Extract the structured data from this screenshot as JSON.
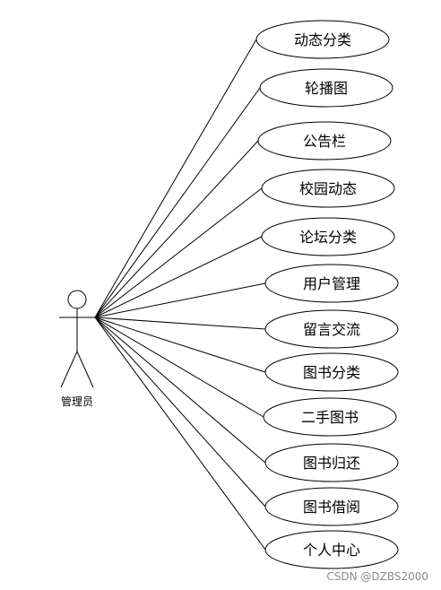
{
  "actor": {
    "label": "管理员"
  },
  "use_cases": [
    {
      "label": "动态分类"
    },
    {
      "label": "轮播图"
    },
    {
      "label": "公告栏"
    },
    {
      "label": "校园动态"
    },
    {
      "label": "论坛分类"
    },
    {
      "label": "用户管理"
    },
    {
      "label": "留言交流"
    },
    {
      "label": "图书分类"
    },
    {
      "label": "二手图书"
    },
    {
      "label": "图书归还"
    },
    {
      "label": "图书借阅"
    },
    {
      "label": "个人中心"
    }
  ],
  "watermark": "CSDN @DZBS2000",
  "colors": {
    "stroke": "#000000",
    "fill": "#ffffff",
    "watermark": "#8a8a8a"
  }
}
